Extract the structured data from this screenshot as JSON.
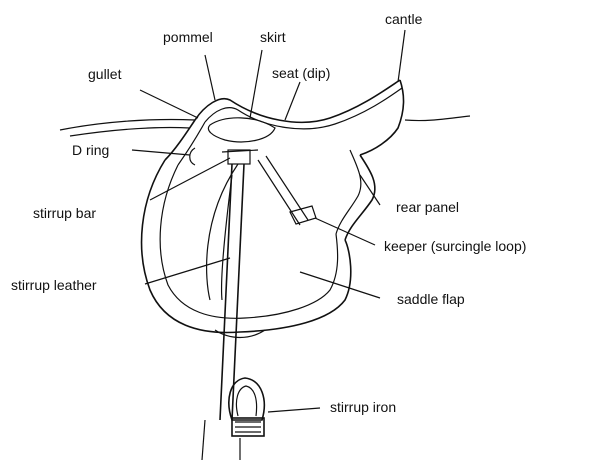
{
  "labels": {
    "pommel": "pommel",
    "skirt": "skirt",
    "cantle": "cantle",
    "gullet": "gullet",
    "seat": "seat (dip)",
    "d_ring": "D ring",
    "stirrup_bar": "stirrup bar",
    "rear_panel": "rear panel",
    "keeper": "keeper (surcingle loop)",
    "stirrup_leather": "stirrup leather",
    "saddle_flap": "saddle flap",
    "stirrup_iron": "stirrup iron"
  },
  "colors": {
    "ink": "#111111",
    "background": "#ffffff"
  }
}
